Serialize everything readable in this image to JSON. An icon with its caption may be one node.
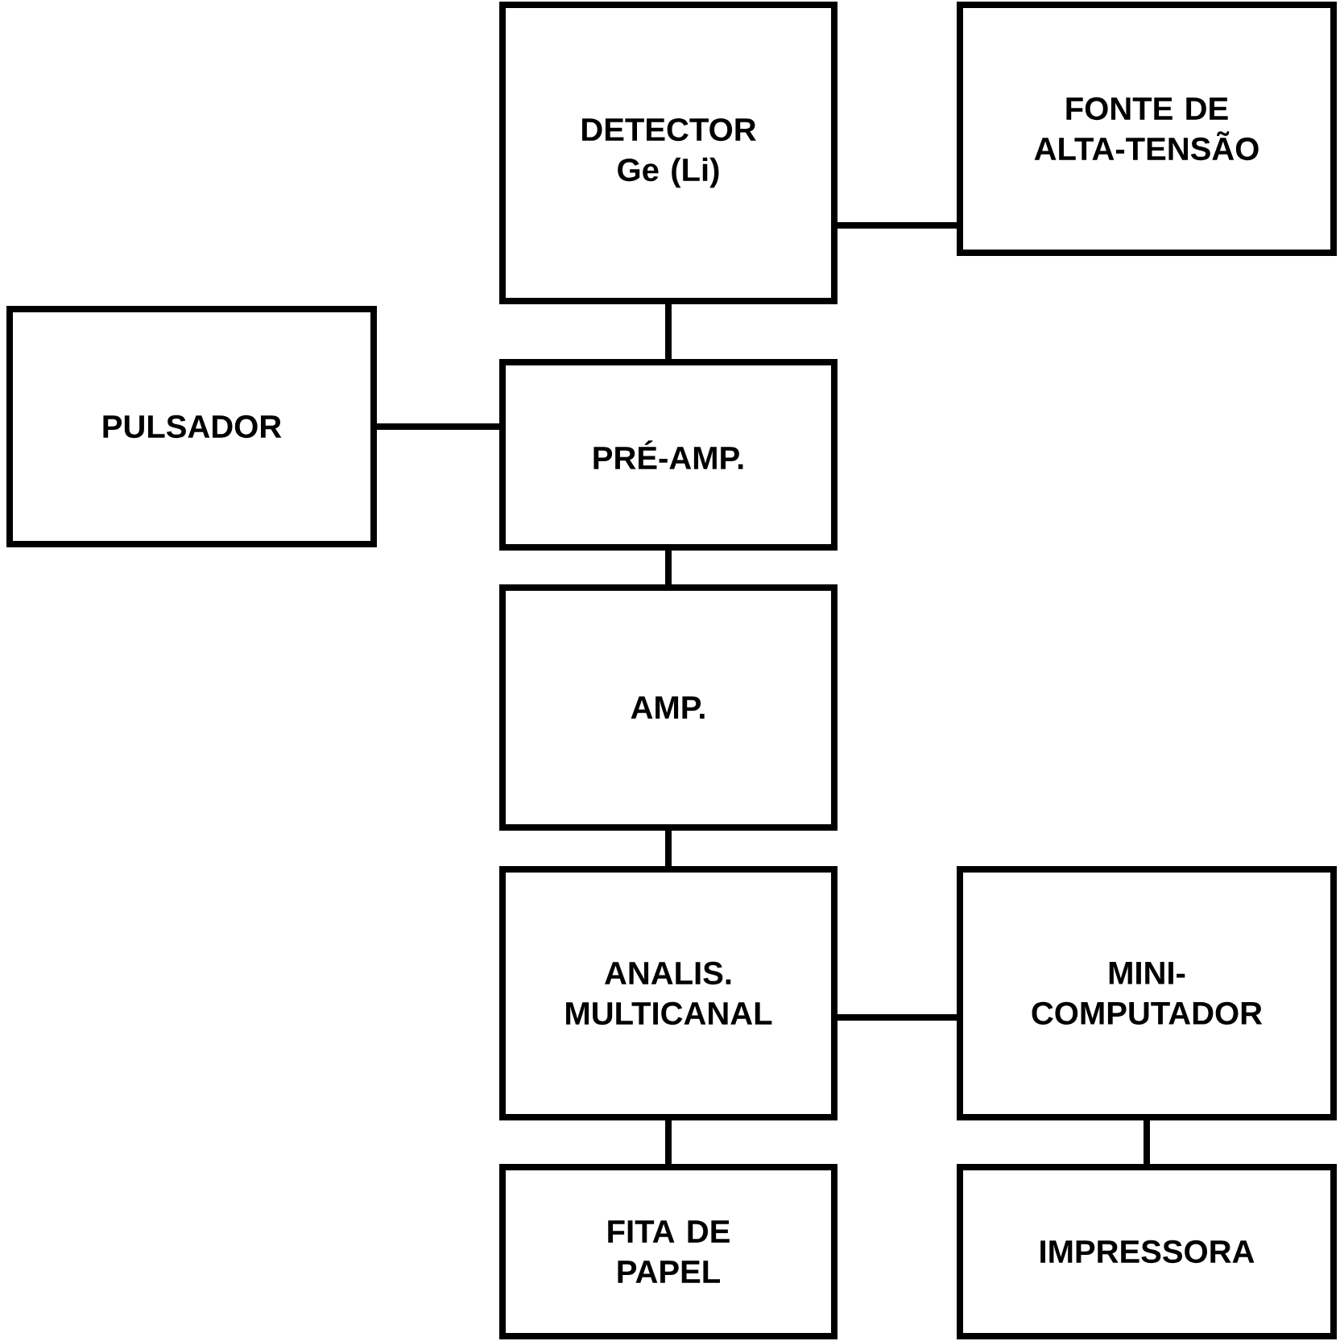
{
  "diagram": {
    "nodes": [
      {
        "text": [
          "DETECTOR Ge (Li)"
        ]
      },
      {
        "text": [
          "FONTE DE ALTA-TENSÃO"
        ]
      },
      {
        "text": [
          "PULSADOR"
        ]
      },
      {
        "text": [
          "PRÉ-AMP."
        ]
      },
      {
        "text": [
          "AMP."
        ]
      },
      {
        "text": [
          "ANALIS. MULTICANAL"
        ]
      },
      {
        "text": [
          "MINI- COMPUTADOR"
        ]
      },
      {
        "text": [
          "FITA DE PAPEL"
        ]
      },
      {
        "text": [
          "IMPRESSORA"
        ]
      }
    ],
    "edges": [
      {
        "from": 0,
        "to": 1,
        "arrow": "none"
      },
      {
        "from": 0,
        "to": 3,
        "arrow": "none"
      },
      {
        "from": 2,
        "to": 3,
        "arrow": "none"
      },
      {
        "from": 3,
        "to": 4,
        "arrow": "none"
      },
      {
        "from": 4,
        "to": 5,
        "arrow": "none"
      },
      {
        "from": 5,
        "to": 6,
        "arrow": "none"
      },
      {
        "from": 5,
        "to": 7,
        "arrow": "none"
      },
      {
        "from": 6,
        "to": 8,
        "arrow": "none"
      }
    ]
  }
}
